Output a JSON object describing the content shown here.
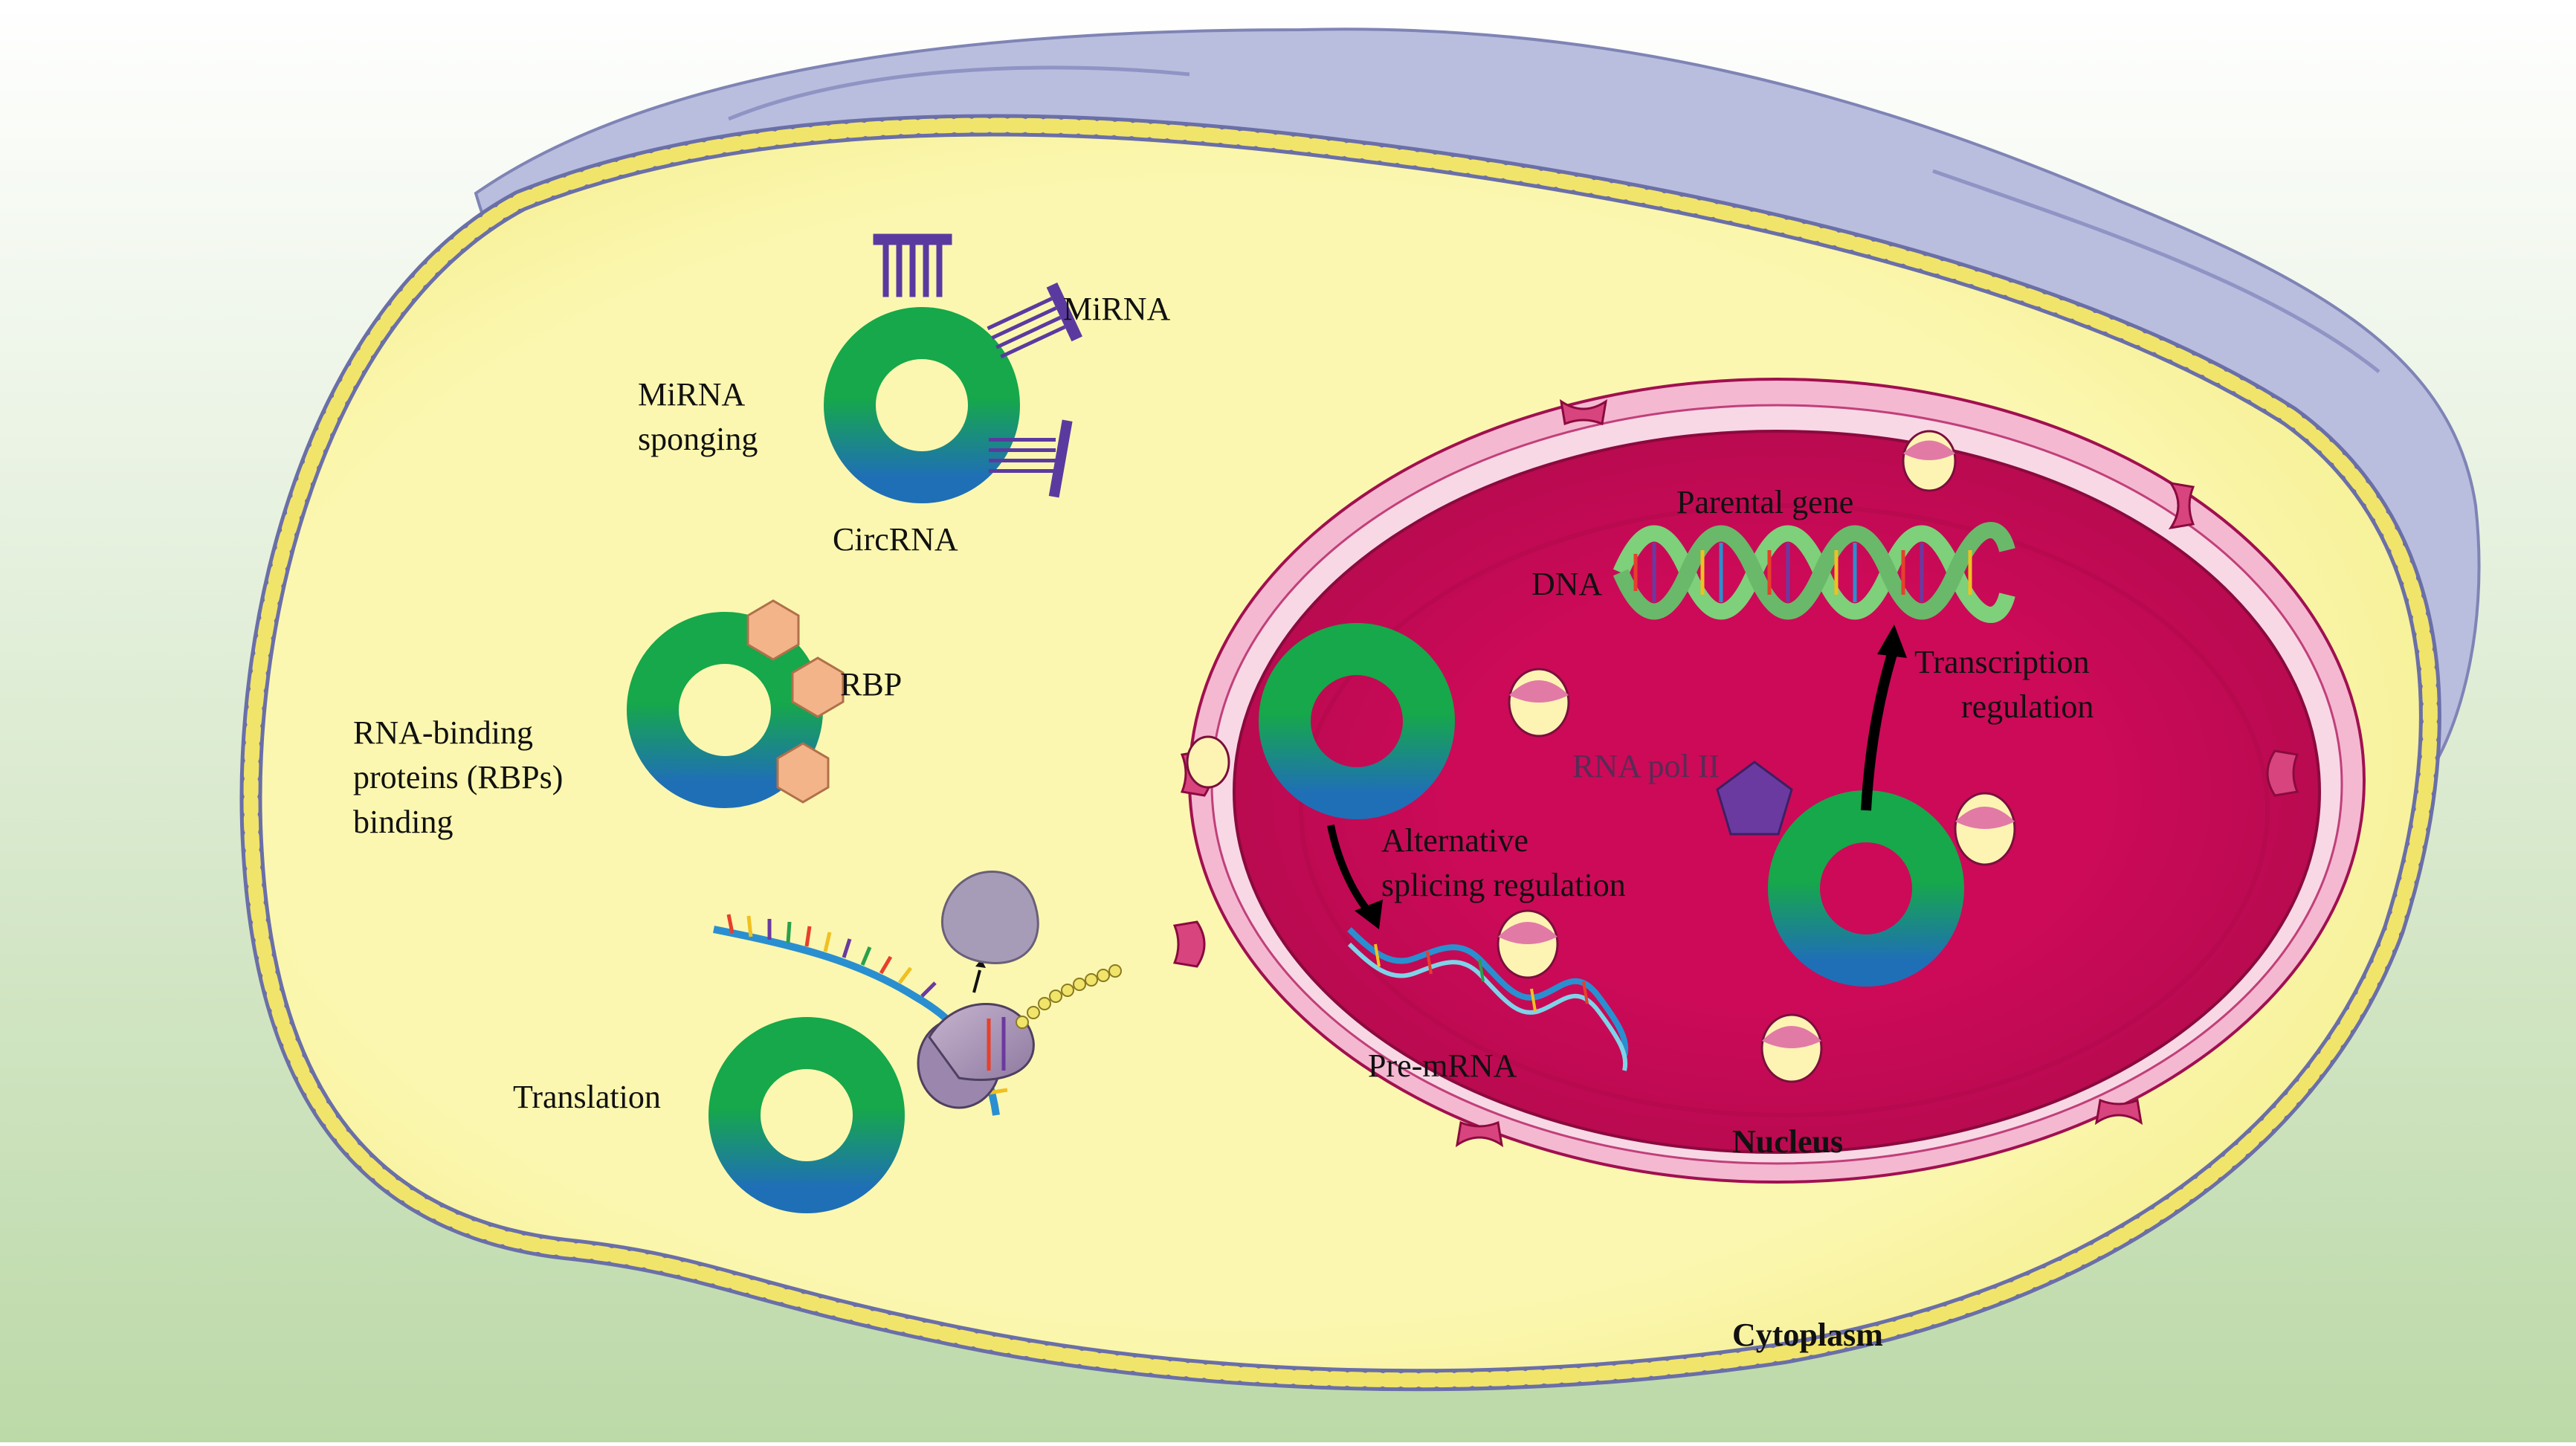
{
  "labels": {
    "mirna": "MiRNA",
    "mirna_sponging_1": "MiRNA",
    "mirna_sponging_2": "sponging",
    "circrna": "CircRNA",
    "rbp": "RBP",
    "rbp_binding_1": "RNA-binding",
    "rbp_binding_2": "proteins (RBPs)",
    "rbp_binding_3": "binding",
    "translation": "Translation",
    "parental_gene": "Parental gene",
    "dna": "DNA",
    "transcription_1": "Transcription",
    "transcription_2": "regulation",
    "rna_pol": "RNA pol II",
    "alt_splicing_1": "Alternative",
    "alt_splicing_2": "splicing regulation",
    "pre_mrna": "Pre-mRNA",
    "nucleus": "Nucleus",
    "cytoplasm": "Cytoplasm"
  },
  "colors": {
    "background_top": "#ffffff",
    "background_bottom": "#bcd9a8",
    "outer_cell": "#b9bedf",
    "cytoplasm": "#fbf6a6",
    "membrane_bead": "#f1e46a",
    "membrane_line": "#6a6fa8",
    "nucleus": "#cc0a58",
    "nuclear_envelope": "#f2a9c7",
    "circrna_green": "#16a84a",
    "circrna_blue": "#1f6fb6",
    "mirna": "#5b3aa0",
    "rbp": "#f4b48a",
    "rna_pol": "#6b3aa0"
  },
  "icons": [
    "circrna-ring",
    "mirna-probe",
    "rbp-hexagon",
    "ribosome",
    "dna-helix",
    "rna-pol-pentagon",
    "pre-mrna-strand",
    "organelle-blob"
  ]
}
